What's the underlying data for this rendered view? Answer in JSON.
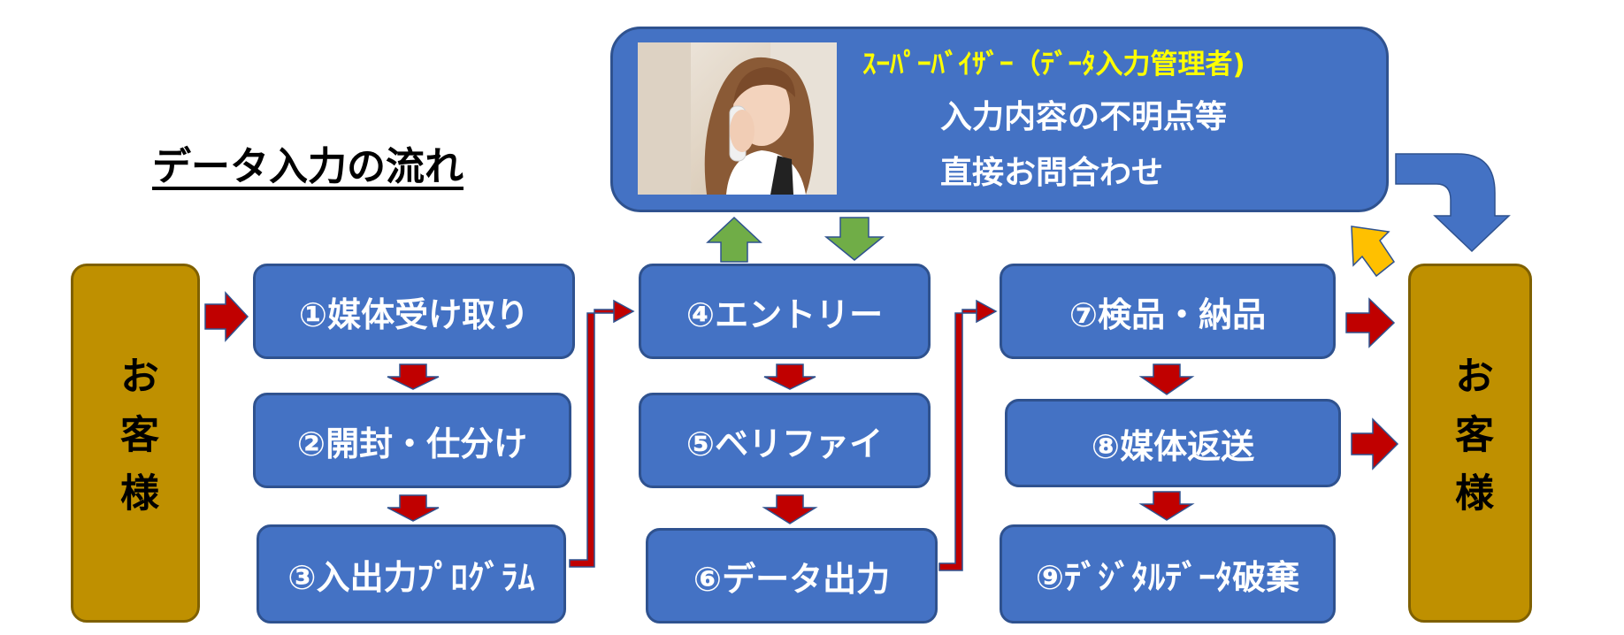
{
  "title": "データ入力の流れ",
  "customer_label": "お客様",
  "supervisor": {
    "title": "ｽｰﾊﾟｰﾊﾞｲｻﾞｰ（ﾃﾞｰﾀ入力管理者)",
    "line1": "入力内容の不明点等",
    "line2": "直接お問合わせ"
  },
  "steps": {
    "s1": "①媒体受け取り",
    "s2": "②開封・仕分け",
    "s3": "③入出力ﾌﾟﾛｸﾞﾗﾑ",
    "s4": "④エントリー",
    "s5": "⑤ベリファイ",
    "s6": "⑥データ出力",
    "s7": "⑦検品・納品",
    "s8": "⑧媒体返送",
    "s9": "⑨ﾃﾞｼﾞﾀﾙﾃﾞｰﾀ破棄"
  },
  "colors": {
    "box_fill": "#4472c4",
    "box_border": "#2f528f",
    "customer_fill": "#bf9000",
    "flow_arrow": "#c00000",
    "feedback_arrow_green": "#70ad47",
    "feedback_arrow_orange": "#ffc000",
    "supervisor_title": "#ffff00"
  },
  "icons": {
    "photo": "woman-on-phone-photo"
  }
}
